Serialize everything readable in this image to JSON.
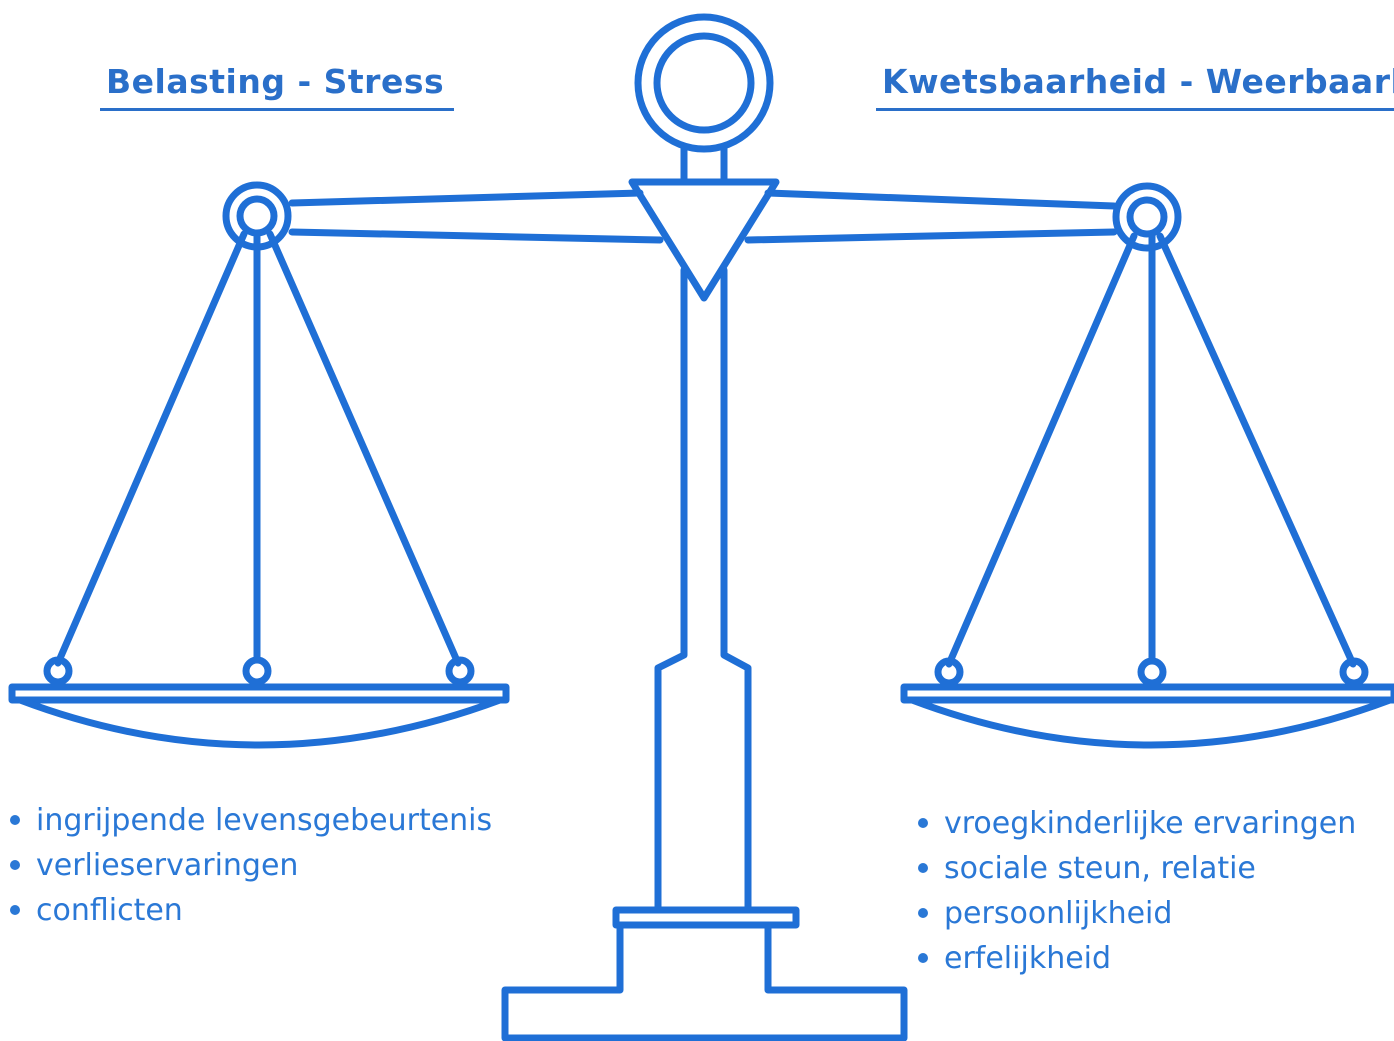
{
  "left_side": {
    "heading": "Belasting - Stress",
    "items": [
      "ingrijpende levensgebeurtenis",
      "verlieservaringen",
      "conflicten"
    ]
  },
  "right_side": {
    "heading": "Kwetsbaarheid - Weerbaarhei",
    "items": [
      "vroegkinderlijke ervaringen",
      "sociale steun, relatie",
      "persoonlijkheid",
      "erfelijkheid"
    ]
  },
  "colors": {
    "line": "#1f6fd6",
    "text": "#2a78d6",
    "heading": "#2a6fc9",
    "background": "#ffffff"
  },
  "figure": {
    "icon": "balance-scale-icon"
  }
}
